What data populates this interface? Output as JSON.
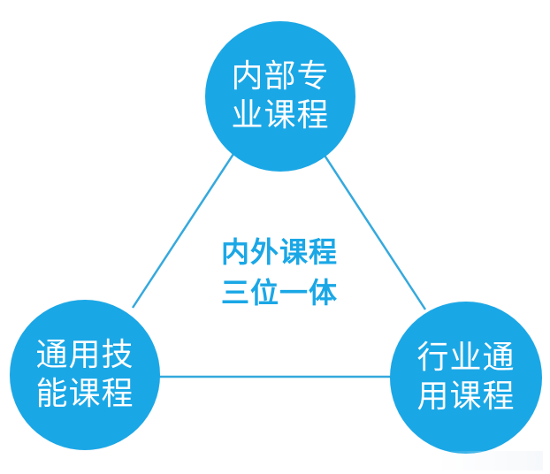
{
  "diagram": {
    "accent_color": "#1aa7e6",
    "line_color": "#35a9dd",
    "center_text_color": "#1aa7e6",
    "center": {
      "line1": "内外课程",
      "line2": "三位一体"
    },
    "nodes": {
      "top": {
        "line1": "内部专",
        "line2": "业课程"
      },
      "left": {
        "line1": "通用技",
        "line2": "能课程"
      },
      "right": {
        "line1": "行业通",
        "line2": "用课程"
      }
    }
  }
}
